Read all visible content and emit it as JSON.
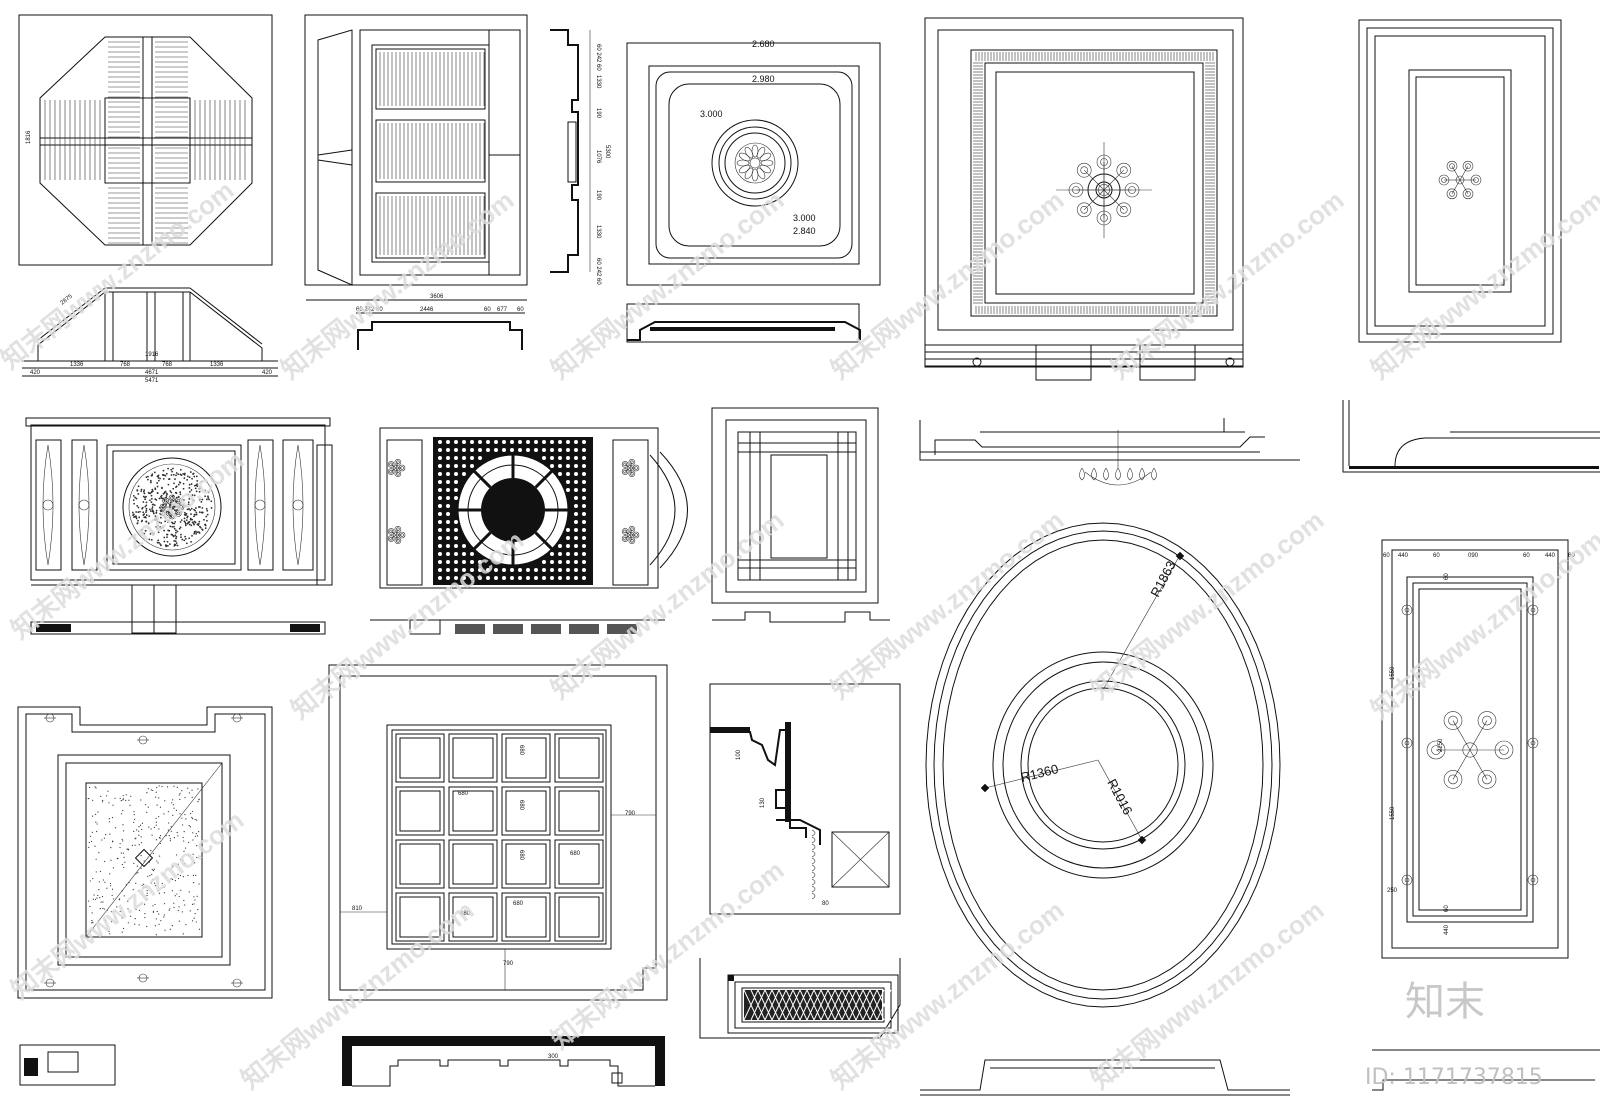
{
  "drawing": {
    "levels": {
      "l1": "2.680",
      "l2": "2.980",
      "l3": "3.000",
      "l4": "3.000",
      "l5": "2.840"
    },
    "dims_top_left": {
      "d1": "1336",
      "d2": "768",
      "d3": "1916",
      "d4": "768",
      "d5": "1336",
      "d6": "4671",
      "d7": "5471",
      "d8": "420",
      "d9": "420",
      "d10": "1816",
      "d11": "2875"
    },
    "dims_door": {
      "w1": "3606",
      "w2": "2446",
      "a": "60 242 60",
      "b": "60",
      "c": "677",
      "d": "60"
    },
    "dims_side": {
      "s1": "60 242 60",
      "s2": "1330",
      "s3": "190",
      "s4": "1076",
      "s5": "190",
      "s6": "1330",
      "s7": "5300",
      "s8": "60 242 60"
    },
    "grid_dims": {
      "g1": "680",
      "g2": "680",
      "g3": "680",
      "g4": "680",
      "g5": "680",
      "g6": "680",
      "g7": "680",
      "g8": "790",
      "g9": "810",
      "g10": "790"
    },
    "section_dims": {
      "c1": "100",
      "c2": "130",
      "c3": "80"
    },
    "oval_radii": {
      "r1": "R1863",
      "r2": "R1360",
      "r3": "R1016"
    },
    "rect_dims": {
      "top": [
        "440",
        "60",
        "090",
        "60",
        "440"
      ],
      "left_top": "60",
      "right_top": "60",
      "v1": "1550",
      "v2": "1550",
      "v3": "250",
      "v4": "440",
      "v5": "60",
      "v6": "60",
      "mid": "2250"
    },
    "bottom_dim": "300"
  },
  "watermark": {
    "text": "知末网www.znzmo.com",
    "logo": "知末",
    "id": "ID: 1171737815"
  }
}
